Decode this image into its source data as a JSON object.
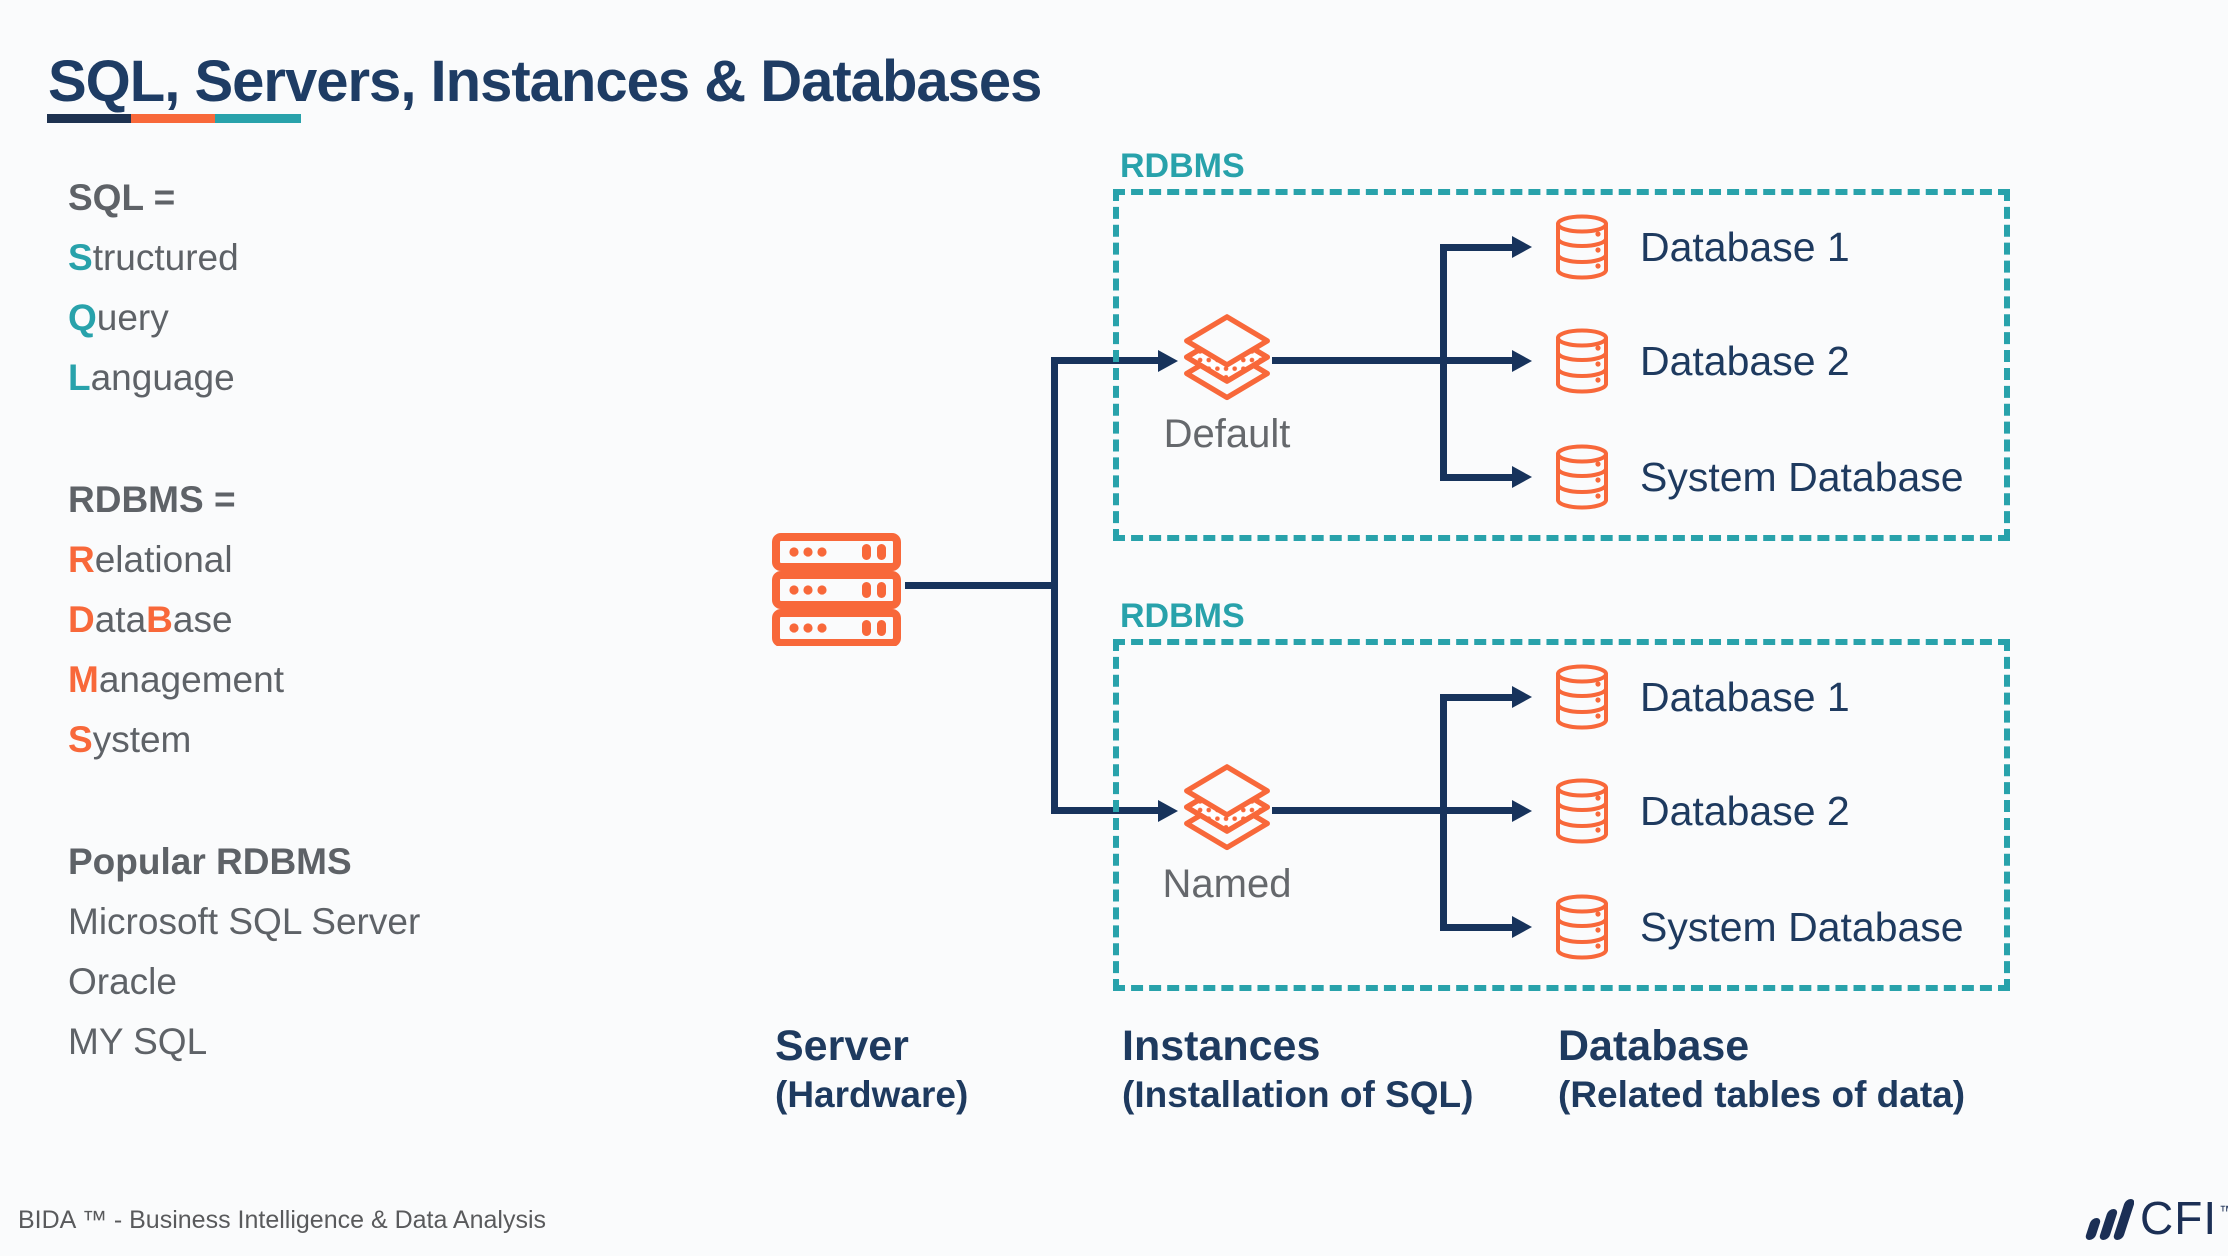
{
  "slide": {
    "title": "SQL, Servers, Instances & Databases"
  },
  "palette": {
    "navy": "#1e3c64",
    "line_navy": "#17335c",
    "teal": "#28a2ab",
    "orange": "#f8683a",
    "gray": "#5e6267",
    "background": "#fafbfc"
  },
  "left_column": {
    "blocks": [
      {
        "heading": {
          "text": "SQL =",
          "color": "teal"
        },
        "lines": [
          [
            {
              "t": "S",
              "c": "teal"
            },
            {
              "t": "tructured",
              "c": "gray"
            }
          ],
          [
            {
              "t": "Q",
              "c": "teal"
            },
            {
              "t": "uery",
              "c": "gray"
            }
          ],
          [
            {
              "t": "L",
              "c": "teal"
            },
            {
              "t": "anguage",
              "c": "gray"
            }
          ]
        ]
      },
      {
        "heading": {
          "text": "RDBMS =",
          "color": "orange"
        },
        "lines": [
          [
            {
              "t": "R",
              "c": "orange"
            },
            {
              "t": "elational",
              "c": "gray"
            }
          ],
          [
            {
              "t": "D",
              "c": "orange"
            },
            {
              "t": "ata",
              "c": "gray"
            },
            {
              "t": "B",
              "c": "orange"
            },
            {
              "t": "ase",
              "c": "gray"
            }
          ],
          [
            {
              "t": "M",
              "c": "orange"
            },
            {
              "t": "anagement",
              "c": "gray"
            }
          ],
          [
            {
              "t": "S",
              "c": "orange"
            },
            {
              "t": "ystem",
              "c": "gray"
            }
          ]
        ]
      },
      {
        "heading": {
          "text": "Popular RDBMS",
          "color": "orange"
        },
        "lines": [
          [
            {
              "t": "Microsoft SQL Server",
              "c": "gray"
            }
          ],
          [
            {
              "t": "Oracle",
              "c": "gray"
            }
          ],
          [
            {
              "t": "MY SQL",
              "c": "gray"
            }
          ]
        ]
      }
    ]
  },
  "diagram": {
    "icons": {
      "server": "server-rack-icon",
      "instance": "layers-icon",
      "database": "database-cylinder-icon"
    },
    "groups": [
      {
        "box_label": "RDBMS",
        "instance_label": "Default",
        "databases": [
          "Database 1",
          "Database 2",
          "System Database"
        ]
      },
      {
        "box_label": "RDBMS",
        "instance_label": "Named",
        "databases": [
          "Database 1",
          "Database 2",
          "System Database"
        ]
      }
    ],
    "columns": [
      {
        "label": "Server",
        "sublabel": "(Hardware)"
      },
      {
        "label": "Instances",
        "sublabel": "(Installation of SQL)"
      },
      {
        "label": "Database",
        "sublabel": "(Related tables of data)"
      }
    ]
  },
  "footer": {
    "brand_line": "BIDA ™ - Business Intelligence & Data Analysis",
    "logo_text": "CFI",
    "logo_tm": "™"
  }
}
